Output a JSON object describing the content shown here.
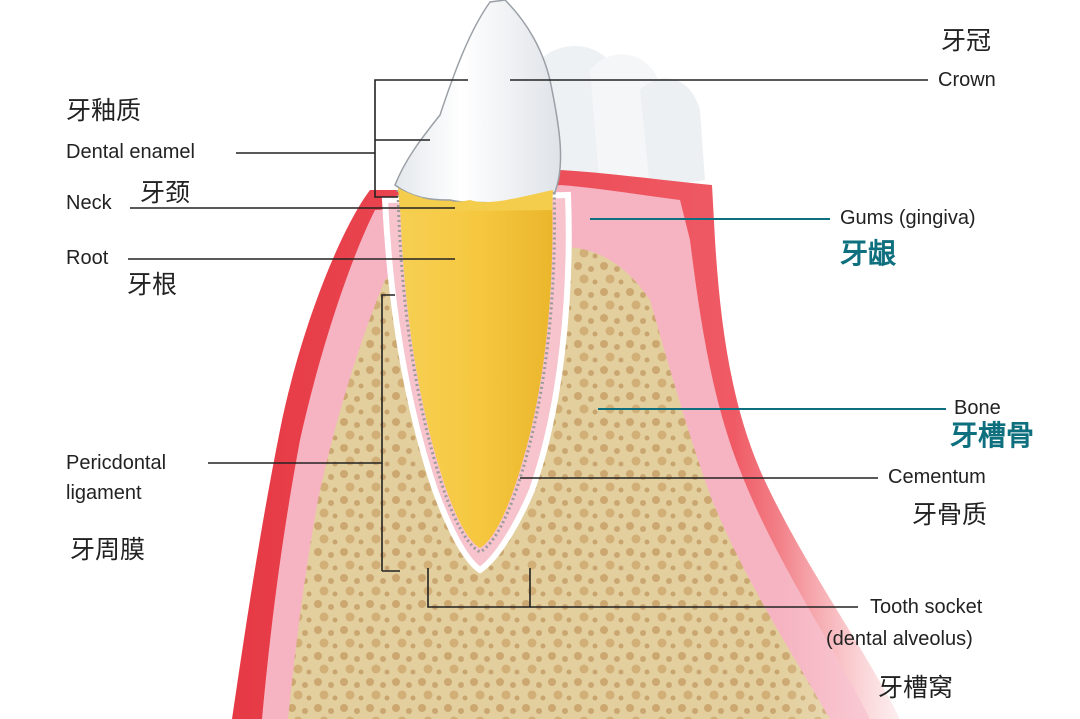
{
  "colors": {
    "gum_outer": "#e63a45",
    "gum_inner": "#f6b3c1",
    "bone": "#e3cf9e",
    "bone_spots": "#c49a60",
    "dentin": "#f3c640",
    "enamel": "#f4f6f8",
    "leader": "#222222",
    "teal": "#0e6f7e"
  },
  "labels": {
    "crown_cn": "牙冠",
    "crown_en": "Crown",
    "enamel_cn": "牙釉质",
    "enamel_en": "Dental enamel",
    "neck_en": "Neck",
    "neck_cn": "牙颈",
    "root_en": "Root",
    "root_cn": "牙根",
    "gums_en": "Gums (gingiva)",
    "gums_cn": "牙龈",
    "bone_en": "Bone",
    "bone_cn": "牙槽骨",
    "perio_en_1": "Pericdontal",
    "perio_en_2": "ligament",
    "perio_cn": "牙周膜",
    "cementum_en": "Cementum",
    "cementum_cn": "牙骨质",
    "socket_en_1": "Tooth socket",
    "socket_en_2": "(dental alveolus)",
    "socket_cn": "牙槽窝"
  }
}
